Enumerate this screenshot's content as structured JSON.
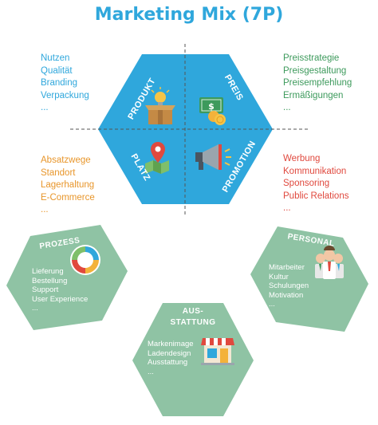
{
  "title": "Marketing Mix (7P)",
  "center": {
    "produkt": {
      "label": "PRODUKT",
      "items": [
        "Nutzen",
        "Qualität",
        "Branding",
        "Verpackung",
        "..."
      ]
    },
    "preis": {
      "label": "PREIS",
      "items": [
        "Preisstrategie",
        "Preisgestaltung",
        "Preisempfehlung",
        "Ermäßigungen",
        "..."
      ]
    },
    "platz": {
      "label": "PLATZ",
      "items": [
        "Absatzwege",
        "Standort",
        "Lagerhaltung",
        "E-Commerce",
        "..."
      ]
    },
    "promotion": {
      "label": "PROMOTION",
      "items": [
        "Werbung",
        "Kommunikation",
        "Sponsoring",
        "Public Relations",
        "..."
      ]
    }
  },
  "prozess": {
    "label": "PROZESS",
    "items": [
      "Lieferung",
      "Bestellung",
      "Support",
      "User Experience",
      "..."
    ]
  },
  "personal": {
    "label": "PERSONAL",
    "items": [
      "Mitarbeiter",
      "Kultur",
      "Schulungen",
      "Motivation",
      "..."
    ]
  },
  "ausstattung": {
    "label_line1": "AUS-",
    "label_line2": "STATTUNG",
    "items": [
      "Markenimage",
      "Ladendesign",
      "Ausstattung",
      "..."
    ]
  },
  "colors": {
    "title": "#2fa7dc",
    "center_hex": "#2fa7dc",
    "side_hex": "#8fc3a4",
    "produkt_text": "#2fa7dc",
    "preis_text": "#3d9a5c",
    "platz_text": "#e8962b",
    "promotion_text": "#e0493e"
  },
  "icons": {
    "produkt": "lightbulb-box-icon",
    "preis": "money-coins-icon",
    "platz": "map-pin-icon",
    "promotion": "megaphone-icon",
    "prozess": "cycle-arrows-icon",
    "personal": "people-group-icon",
    "ausstattung": "storefront-icon"
  }
}
